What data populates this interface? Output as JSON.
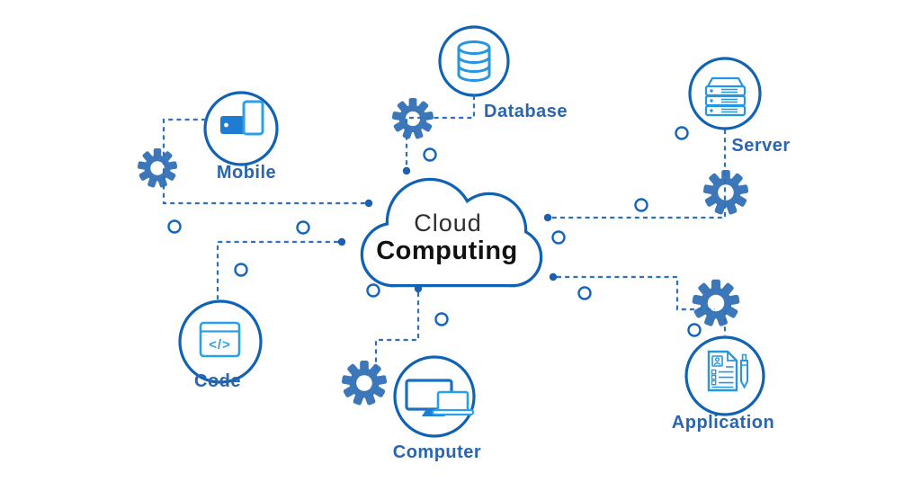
{
  "title": {
    "line1": "Cloud",
    "line2": "Computing"
  },
  "nodes": {
    "mobile": {
      "label": "Mobile"
    },
    "database": {
      "label": "Database"
    },
    "server": {
      "label": "Server"
    },
    "code": {
      "label": "Code",
      "icon_text": "</>"
    },
    "computer": {
      "label": "Computer"
    },
    "application": {
      "label": "Application"
    }
  },
  "colors": {
    "circle_outline": "#0f62b4",
    "icon_light_blue": "#2596e3",
    "icon_fill_blue": "#1e7dd2",
    "icon_accent_blue": "#2aa0e8",
    "gear_blue": "#3c77b9",
    "dashed_line_blue": "#2e6fbe",
    "endpoint_dot_blue": "#1c5fb2",
    "label_blue": "#2a65ae",
    "title_dark": "#111111",
    "background": "#ffffff"
  }
}
